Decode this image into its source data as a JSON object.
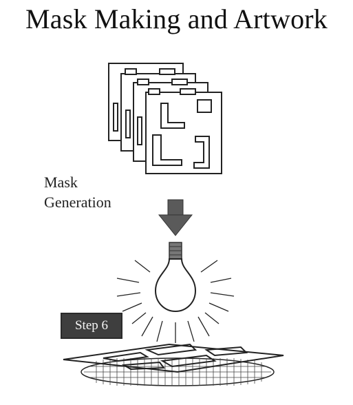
{
  "title": "Mask Making and Artwork",
  "process_label": [
    "Mask",
    "Generation"
  ],
  "step_badge": "Step 6"
}
